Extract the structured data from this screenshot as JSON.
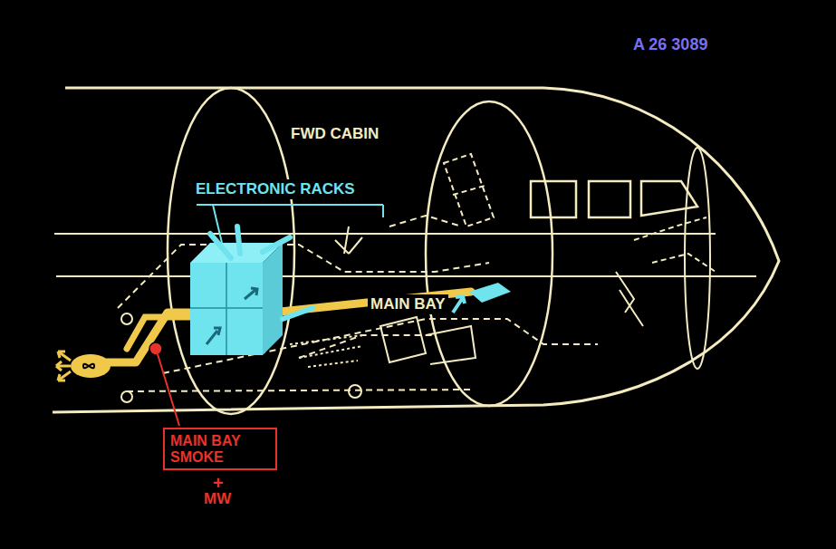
{
  "diagram": {
    "nodes": [
      {
        "text": [
          "MAIN BAY SMOKE"
        ]
      }
    ],
    "labels": [
      "A 26 3089",
      "FWD CABIN",
      "ELECTRONIC RACKS",
      "MAIN BAY",
      "+",
      "MW"
    ]
  }
}
